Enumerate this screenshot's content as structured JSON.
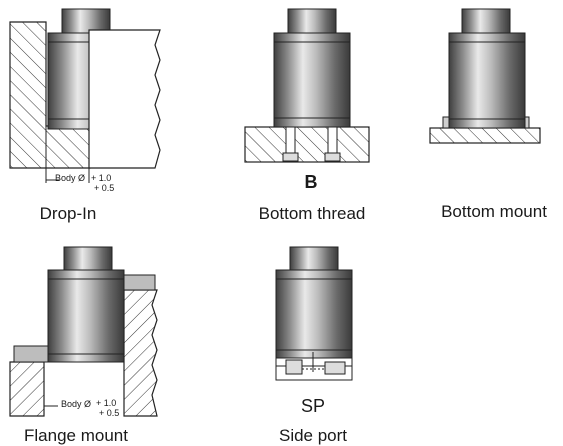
{
  "variants": [
    {
      "id": "drop-in",
      "caption": "Drop-In",
      "code": "",
      "dim_label": "Body Ø",
      "tol_upper": "+ 1.0",
      "tol_lower": "+ 0.5"
    },
    {
      "id": "bottom-thread",
      "caption": "Bottom thread",
      "code": "B"
    },
    {
      "id": "bottom-mount",
      "caption": "Bottom mount",
      "code": ""
    },
    {
      "id": "flange-mount",
      "caption": "Flange mount",
      "code": "",
      "dim_label": "Body Ø",
      "tol_upper": "+ 1.0",
      "tol_lower": "+ 0.5"
    },
    {
      "id": "side-port",
      "caption": "Side port",
      "code": "SP"
    }
  ],
  "colors": {
    "body_dark": "#4a4a4a",
    "body_light": "#e8e8e8",
    "outline": "#222222",
    "hatch": "#333333"
  }
}
